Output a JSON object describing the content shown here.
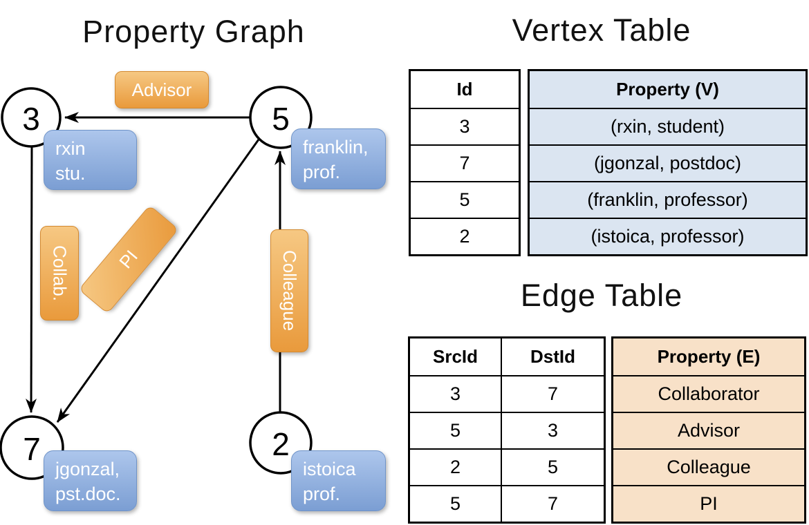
{
  "colors": {
    "orange_top": "#f6c883",
    "orange_bottom": "#e99a3c",
    "blue_top": "#adc6ec",
    "blue_bottom": "#7b9ed3",
    "vertex_property_bg": "#dbe5f1",
    "edge_property_bg": "#f8e1c8"
  },
  "graph": {
    "title": "Property Graph",
    "nodes": [
      {
        "id": "3",
        "line1": "rxin",
        "line2": "stu."
      },
      {
        "id": "5",
        "line1": "franklin,",
        "line2": "prof."
      },
      {
        "id": "7",
        "line1": "jgonzal,",
        "line2": "pst.doc."
      },
      {
        "id": "2",
        "line1": "istoica",
        "line2": "prof."
      }
    ],
    "edge_labels": {
      "advisor": "Advisor",
      "collab": "Collab.",
      "pi": "PI",
      "colleague": "Colleague"
    }
  },
  "vertex_table": {
    "title": "Vertex Table",
    "columns": {
      "id": "Id",
      "property": "Property (V)"
    },
    "rows": [
      {
        "id": "3",
        "property": "(rxin, student)"
      },
      {
        "id": "7",
        "property": "(jgonzal, postdoc)"
      },
      {
        "id": "5",
        "property": "(franklin, professor)"
      },
      {
        "id": "2",
        "property": "(istoica, professor)"
      }
    ]
  },
  "edge_table": {
    "title": "Edge Table",
    "columns": {
      "src": "SrcId",
      "dst": "DstId",
      "property": "Property (E)"
    },
    "rows": [
      {
        "src": "3",
        "dst": "7",
        "property": "Collaborator"
      },
      {
        "src": "5",
        "dst": "3",
        "property": "Advisor"
      },
      {
        "src": "2",
        "dst": "5",
        "property": "Colleague"
      },
      {
        "src": "5",
        "dst": "7",
        "property": "PI"
      }
    ]
  }
}
